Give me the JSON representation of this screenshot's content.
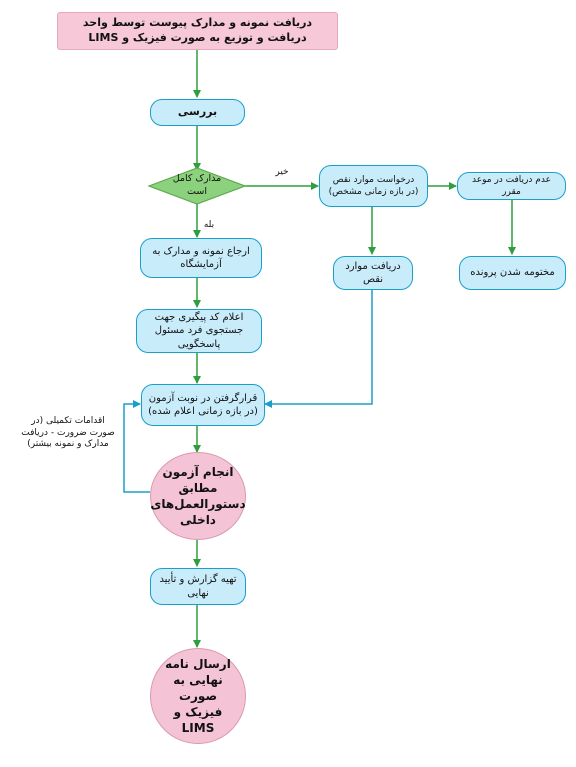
{
  "nodes": {
    "start": "دریافت نمونه و مدارک پیوست توسط واحد دریافت و توزیع به صورت فیزیک و LIMS",
    "review": "بررسی",
    "decision": "مدارک کامل است",
    "request_missing": "درخواست موارد نقص (در بازه زمانی مشخص)",
    "not_received": "عدم دریافت در موعد مقرر",
    "return_to_lab": "ارجاع نمونه و مدارک به آزمایشگاه",
    "receive_missing": "دریافت موارد نقص",
    "close_file": "مختومه شدن پرونده",
    "tracking_code": "اعلام کد پیگیری جهت جستجوی فرد مسئول پاسخگویی",
    "test_queue": "قرارگرفتن در نوبت آزمون (در بازه زمانی اعلام شده)",
    "perform_test": "انجام آزمون مطابق دستورالعمل‌های داخلی",
    "prepare_report": "تهیه گزارش و تأیید نهایی",
    "send_final": "ارسال نامه نهایی به صورت فیزیک و LIMS"
  },
  "labels": {
    "no": "خیر",
    "yes": "بله",
    "supplementary": "اقدامات تکمیلی (در صورت ضرورت - دریافت مدارک و نمونه بیشتر)"
  },
  "colors": {
    "green_line": "#2e9e3e",
    "blue_line": "#1aa0c8",
    "decision_fill": "#8cd17d"
  }
}
